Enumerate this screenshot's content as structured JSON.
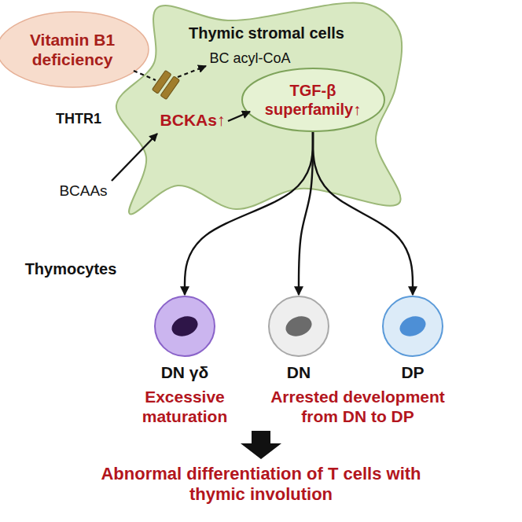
{
  "diagram": {
    "nodes": [
      {
        "text": [
          "Vitamin B1 deficiency"
        ]
      },
      {
        "text": [
          "Thymic stromal cells"
        ]
      },
      {
        "text": [
          "TGF-β superfamily↑"
        ],
        "in": 1
      },
      {
        "text": [
          "DN γδ"
        ]
      },
      {
        "text": [
          "DN"
        ]
      },
      {
        "text": [
          "DP"
        ]
      }
    ],
    "edges": [
      {
        "from": 2,
        "to": 3,
        "arrow": "to"
      },
      {
        "from": 2,
        "to": 4,
        "arrow": "to"
      },
      {
        "from": 2,
        "to": 5,
        "arrow": "to"
      }
    ],
    "labels": [
      "THTR1",
      "BC acyl-CoA",
      "BCKAs↑",
      "BCAAs",
      "Thymocytes",
      "Excessive maturation",
      "Arrested development from DN to DP",
      "Abnormal differentiation of T cells with thymic involution"
    ]
  }
}
